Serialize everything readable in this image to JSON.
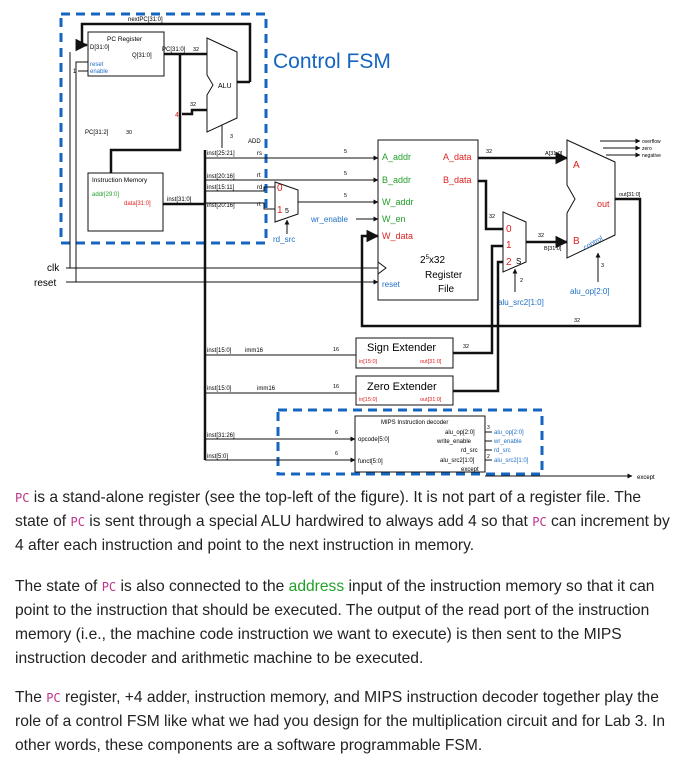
{
  "diagram": {
    "control_fsm_title": "Control FSM",
    "next_pc": "nextPC[31:0]",
    "pc_register": {
      "title": "PC Register",
      "d": "D[31:0]",
      "q": "Q[31:0]",
      "reset": "reset",
      "enable": "enable",
      "one": "1"
    },
    "pc_bus": "PC[31:0]",
    "w32a": "32",
    "w32b": "32",
    "alu_small": "ALU",
    "const4": "4",
    "add_num": "3",
    "add_label": "ADD",
    "pc_slice": "PC[31:2]",
    "w30": "30",
    "imem": {
      "title": "Instruction Memory",
      "addr": "addr[29:0]",
      "data": "data[31:0]"
    },
    "inst_bus": "inst[31:0]",
    "rs_field": "inst[25:21]",
    "rs": "rs",
    "rt_field1": "inst[20:16]",
    "rt1": "rt",
    "rd_field": "inst[15:11]",
    "rd": "rd",
    "rt_field2": "inst[20:16]",
    "rt2": "rt",
    "mux_rd_0": "0",
    "mux_rd_1": "1",
    "mux_rd_sel": "5",
    "rd_src": "rd_src",
    "w5a": "5",
    "w5b": "5",
    "w5c": "5",
    "wr_enable": "wr_enable",
    "regfile": {
      "a_addr": "A_addr",
      "b_addr": "B_addr",
      "w_addr": "W_addr",
      "w_en": "W_en",
      "w_data": "W_data",
      "a_data": "A_data",
      "b_data": "B_data",
      "reset": "reset",
      "size_base": "2",
      "size_exp": "5",
      "size_rest": "x32",
      "name1": "Register",
      "name2": "File"
    },
    "clk": "clk",
    "reset": "reset",
    "w32c": "32",
    "w32d": "32",
    "w32e": "32",
    "w32f": "32",
    "w32g": "32",
    "mux_b_0": "0",
    "mux_b_1": "1",
    "mux_b_2": "2",
    "mux_b_sel": "S",
    "w2": "2",
    "alu_src2": "alu_src2[1:0]",
    "a_bus": "A[31:0]",
    "b_bus": "B[31:0]",
    "alu": {
      "a": "A",
      "b": "B",
      "out": "out",
      "control": "control",
      "overflow": "overflow",
      "zero": "zero",
      "negative": "negative",
      "out_bus": "out[31:0]",
      "w3": "3"
    },
    "alu_op": "alu_op[2:0]",
    "imm_field1": "inst[15:0]",
    "imm1": "imm16",
    "w16a": "16",
    "sign_ext": {
      "title": "Sign Extender",
      "in": "in[15:0]",
      "out": "out[31:0]"
    },
    "imm_field2": "inst[15:0]",
    "imm2": "imm16",
    "w16b": "16",
    "zero_ext": {
      "title": "Zero Extender",
      "in": "in[15:0]",
      "out": "out[31:0]"
    },
    "op_field": "inst[31:26]",
    "funct_field": "inst[5:0]",
    "w6a": "6",
    "w6b": "6",
    "decoder": {
      "title": "MIPS Instruction decoder",
      "opcode": "opcode[5:0]",
      "funct": "funct[5:0]",
      "alu_op": "alu_op[2:0]",
      "write_enable": "write_enable",
      "rd_src": "rd_src",
      "alu_src2": "alu_src2[1:0]",
      "except": "except",
      "out_alu_op": "alu_op[2:0]",
      "out_wr_enable": "wr_enable",
      "out_rd_src": "rd_src",
      "out_alu_src2": "alu_src2[1:0]",
      "w3": "3",
      "w2": "2"
    },
    "except_out": "except"
  },
  "text": {
    "p1": {
      "pc_a": "PC",
      "t1": " is a stand-alone register (see the top-left of the figure). It is not part of a register file. The state of ",
      "pc_b": "PC",
      "t2": " is sent through a special ALU hardwired to always add 4 so that ",
      "pc_c": "PC",
      "t3": " can increment by 4 after each instruction and point to the next instruction in memory."
    },
    "p2": {
      "t1": "The state of ",
      "pc_a": "PC",
      "t2": " is also connected to the ",
      "address": "address",
      "t3": " input of the instruction memory so that it can point to the instruction that should be executed. The output of the read port of the instruction memory (i.e., the machine code instruction we want to execute) is then sent to the MIPS instruction decoder and arithmetic machine to be executed."
    },
    "p3": {
      "t1": "The ",
      "pc_a": "PC",
      "t2": " register, +4 adder, instruction memory, and MIPS instruction decoder together play the role of a control FSM like what we had you design for the multiplication circuit and for Lab 3. In other words, these components are a software programmable FSM."
    }
  },
  "colors": {
    "wire": "#111111",
    "dash_blue": "#1565c0",
    "title_blue": "#1565c0",
    "red": "#e02020",
    "green": "#22a02a",
    "pc_pink": "#c0338a",
    "label_blue": "#1e6fc8"
  }
}
